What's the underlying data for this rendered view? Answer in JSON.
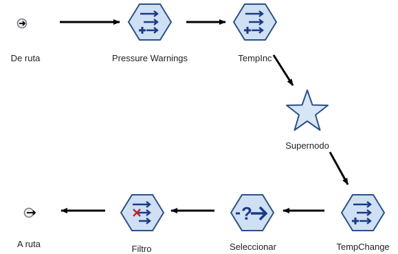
{
  "diagram": {
    "nodes": [
      {
        "id": "from-path",
        "label": "De ruta",
        "icon": "path-in-icon"
      },
      {
        "id": "pressure-warnings",
        "label": "Pressure Warnings",
        "icon": "derive-icon"
      },
      {
        "id": "tempinc",
        "label": "TempInc",
        "icon": "derive-icon"
      },
      {
        "id": "supernode",
        "label": "Supernodo",
        "icon": "star-icon"
      },
      {
        "id": "tempchange",
        "label": "TempChange",
        "icon": "derive-icon"
      },
      {
        "id": "select",
        "label": "Seleccionar",
        "icon": "select-icon"
      },
      {
        "id": "filter",
        "label": "Filtro",
        "icon": "filter-icon"
      },
      {
        "id": "to-path",
        "label": "A ruta",
        "icon": "path-out-icon"
      }
    ],
    "edges": [
      {
        "from": "from-path",
        "to": "pressure-warnings"
      },
      {
        "from": "pressure-warnings",
        "to": "tempinc"
      },
      {
        "from": "tempinc",
        "to": "supernode"
      },
      {
        "from": "supernode",
        "to": "tempchange"
      },
      {
        "from": "tempchange",
        "to": "select"
      },
      {
        "from": "select",
        "to": "filter"
      },
      {
        "from": "filter",
        "to": "to-path"
      }
    ],
    "colors": {
      "node_fill": "#cfe0f5",
      "node_stroke": "#2a4f86",
      "glyph": "#1a3a86",
      "filter_x": "#c0282a",
      "star_fill": "#d6e6f7",
      "arrow": "#000000"
    }
  }
}
